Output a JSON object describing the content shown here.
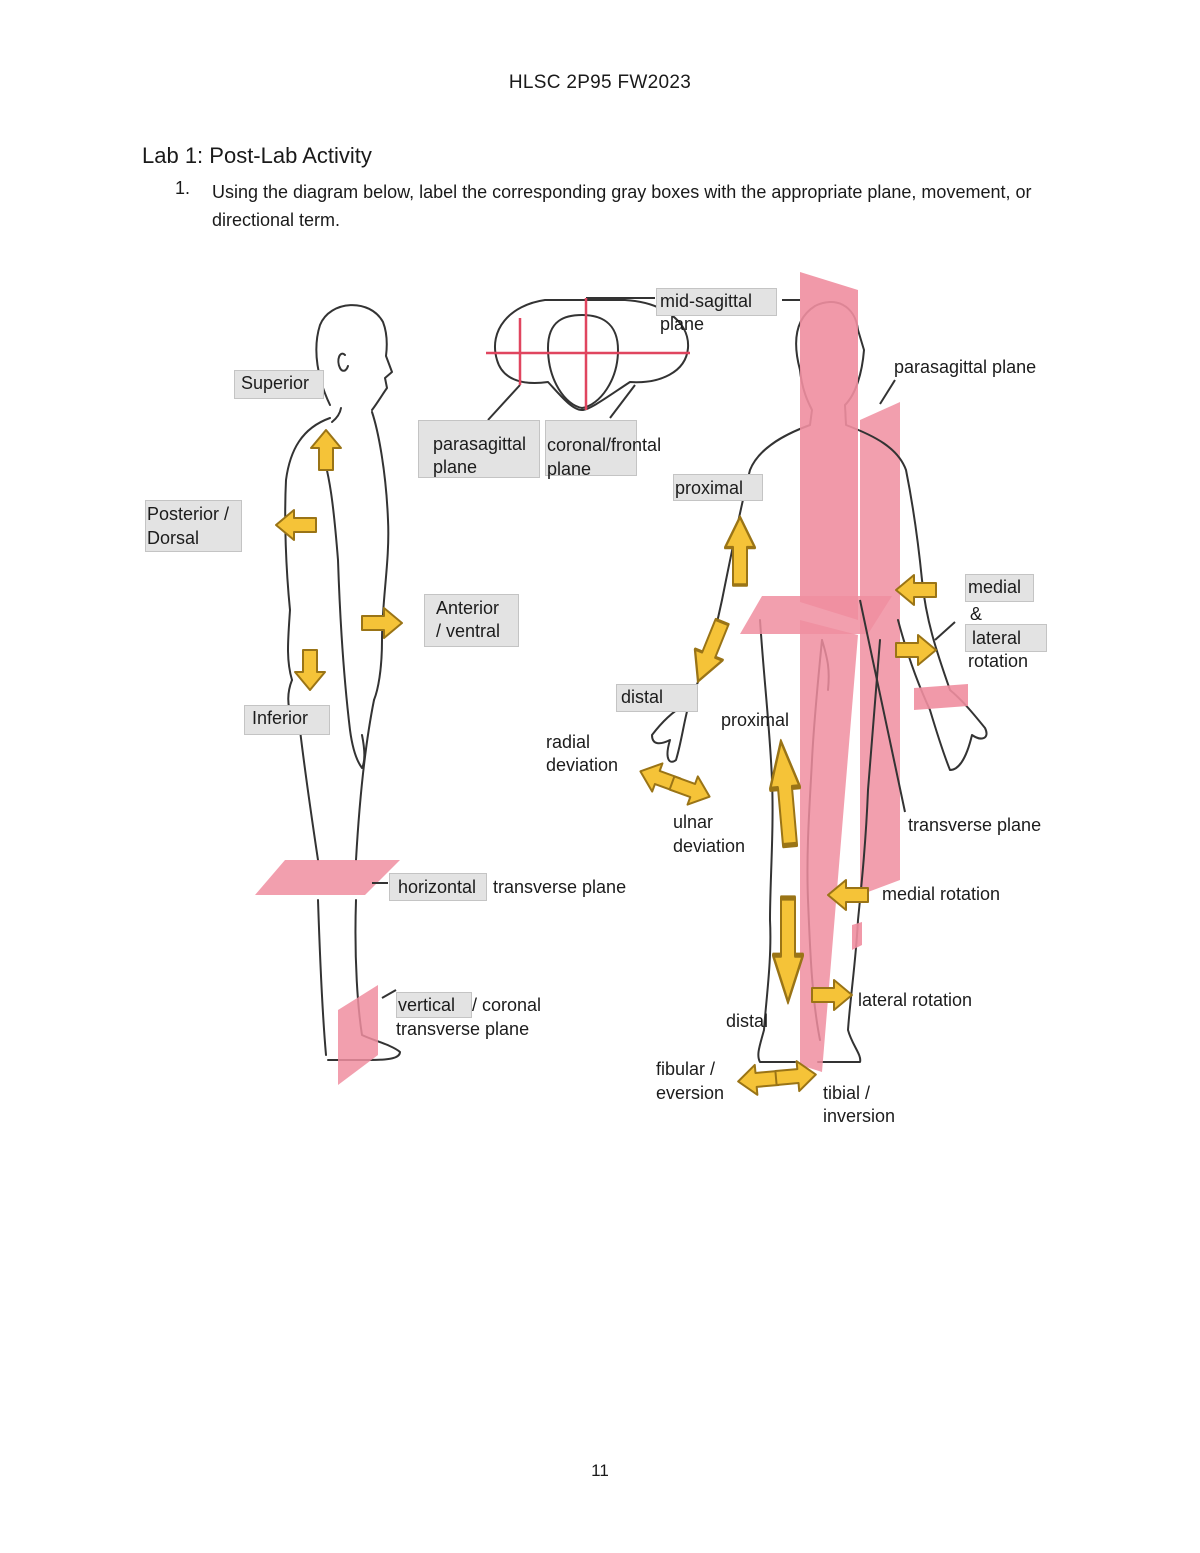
{
  "header": "HLSC 2P95 FW2023",
  "title": "Lab 1: Post-Lab Activity",
  "question": {
    "number": "1.",
    "text": "Using the diagram below, label the corresponding gray boxes with the appropriate plane, movement, or directional term."
  },
  "labels": {
    "superior": "Superior",
    "posterior_1": "Posterior /",
    "posterior_2": "Dorsal",
    "anterior_1": "Anterior",
    "anterior_2": "/ ventral",
    "inferior": "Inferior",
    "horizontal": "horizontal",
    "horizontal_rest": "transverse plane",
    "vertical": "vertical",
    "vertical_rest": "/ coronal",
    "vertical_2": "transverse plane",
    "midsag_1": "mid-sagittal",
    "midsag_2": "plane",
    "parasag_1": "parasagittal",
    "parasag_2": "plane",
    "coronal_1": "coronal/frontal",
    "coronal_2": "plane",
    "parasag_right": "parasagittal plane",
    "proximal_arm": "proximal",
    "medial": "medial",
    "amp": "&",
    "lateral": "lateral",
    "rotation": "rotation",
    "distal_hand": "distal",
    "radial_1": "radial",
    "radial_2": "deviation",
    "proximal_leg": "proximal",
    "ulnar_1": "ulnar",
    "ulnar_2": "deviation",
    "transverse_plane": "transverse plane",
    "medial_rotation": "medial rotation",
    "lateral_rotation": "lateral rotation",
    "distal_leg": "distal",
    "fibular_1": "fibular /",
    "fibular_2": "eversion",
    "tibial_1": "tibial /",
    "tibial_2": "inversion"
  },
  "page_number": "11",
  "colors": {
    "plane_pink": "#f08ea0",
    "arrow_fill": "#f5c338",
    "arrow_stroke": "#9a7416",
    "label_box": "#e3e3e3",
    "outline": "#333333"
  }
}
